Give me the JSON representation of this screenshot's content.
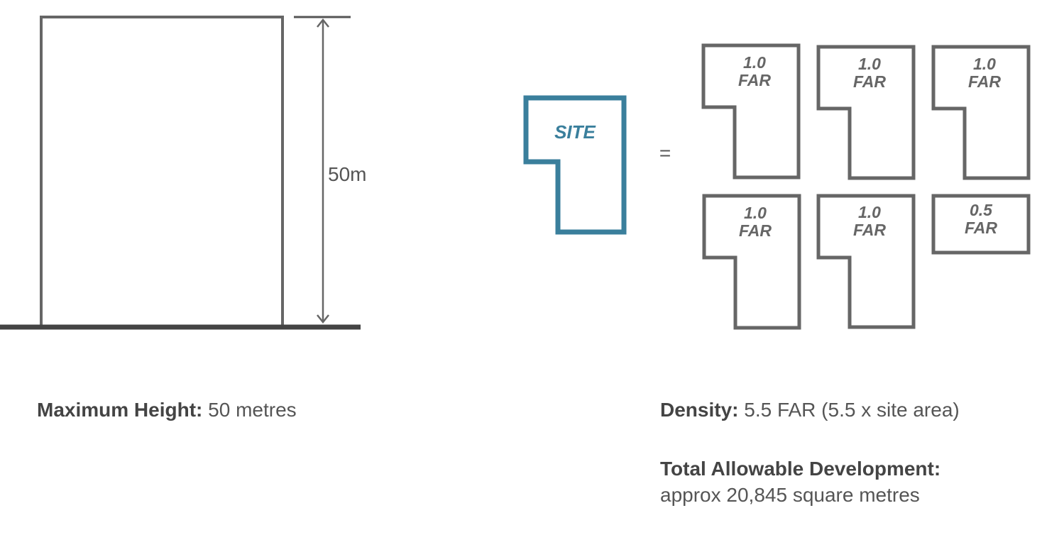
{
  "height_diagram": {
    "dimension_label": "50m"
  },
  "density_diagram": {
    "site_label": "SITE",
    "equals": "=",
    "blocks": [
      {
        "line1": "1.0",
        "line2": "FAR",
        "shape": "L"
      },
      {
        "line1": "1.0",
        "line2": "FAR",
        "shape": "L"
      },
      {
        "line1": "1.0",
        "line2": "FAR",
        "shape": "L"
      },
      {
        "line1": "1.0",
        "line2": "FAR",
        "shape": "L"
      },
      {
        "line1": "1.0",
        "line2": "FAR",
        "shape": "L"
      },
      {
        "line1": "0.5",
        "line2": "FAR",
        "shape": "rect"
      }
    ]
  },
  "captions": {
    "max_height_label": "Maximum Height:",
    "max_height_value": " 50 metres",
    "density_label": "Density:",
    "density_value": " 5.5 FAR (5.5 x site area)",
    "total_label": "Total Allowable Development:",
    "total_value": "approx 20,845 square metres"
  },
  "colors": {
    "outline": "#666666",
    "ground": "#444444",
    "site": "#3a7f9c",
    "text": "#555555"
  }
}
